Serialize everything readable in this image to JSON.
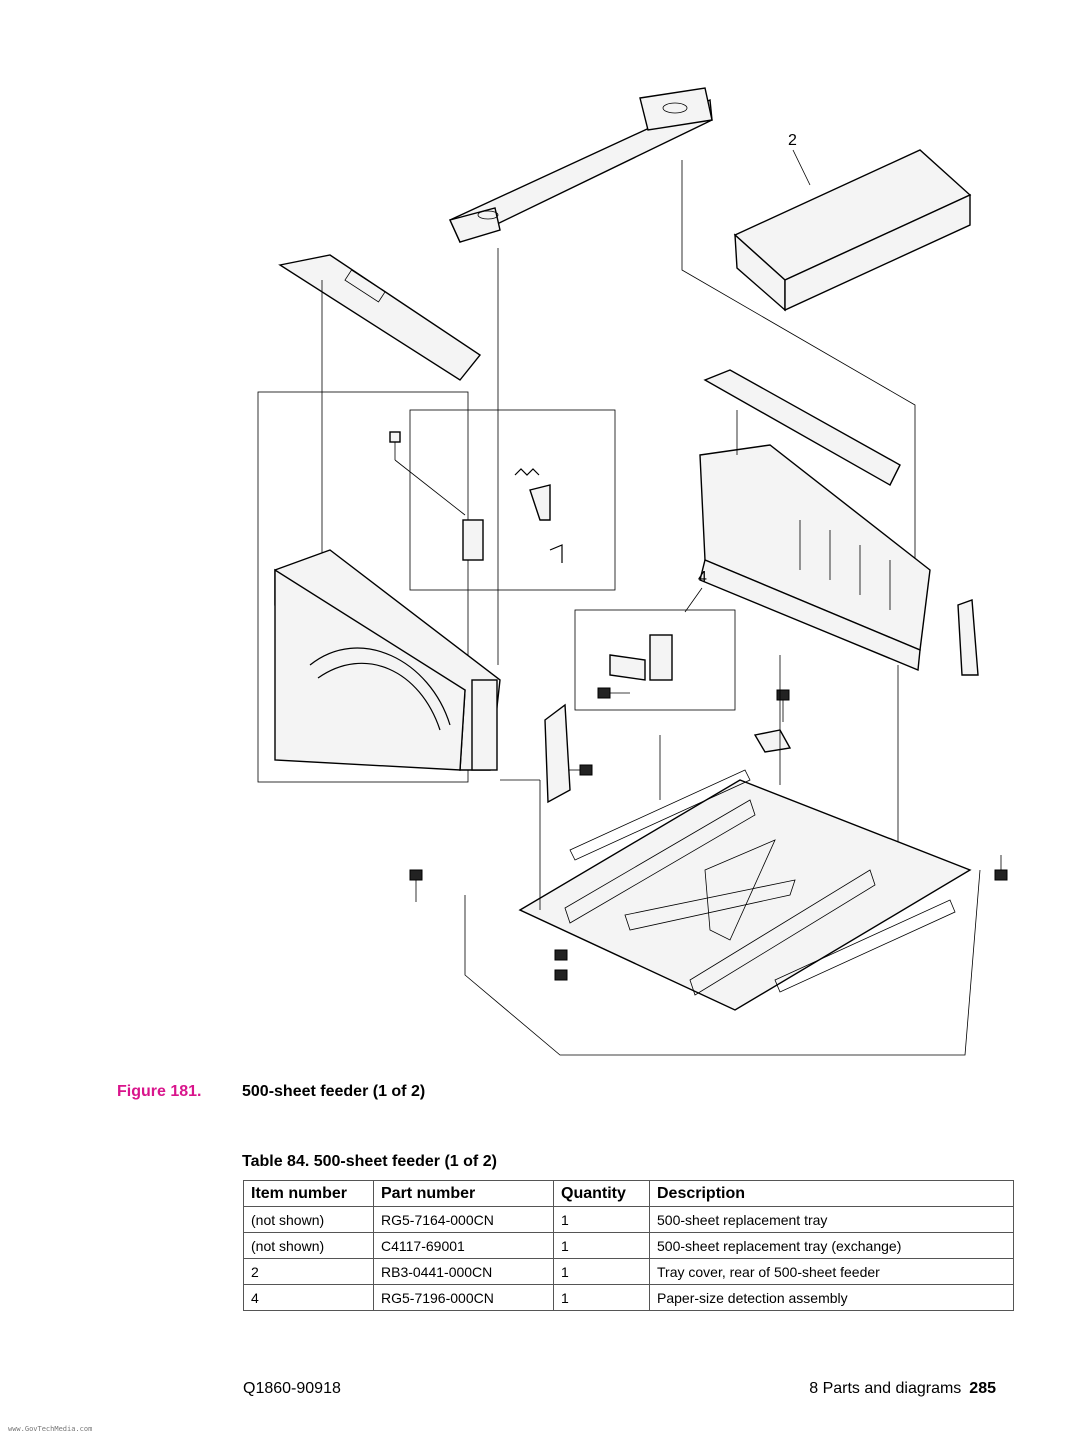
{
  "diagram": {
    "callouts": [
      "2",
      "4"
    ]
  },
  "figure": {
    "label": "Figure 181.",
    "title": "500-sheet feeder (1 of 2)"
  },
  "table": {
    "caption": "Table 84. 500-sheet feeder (1 of 2)",
    "headers": [
      "Item number",
      "Part number",
      "Quantity",
      "Description"
    ],
    "rows": [
      [
        "(not shown)",
        "RG5-7164-000CN",
        "1",
        "500-sheet replacement tray"
      ],
      [
        "(not shown)",
        "C4117-69001",
        "1",
        "500-sheet replacement tray (exchange)"
      ],
      [
        "2",
        "RB3-0441-000CN",
        "1",
        "Tray cover, rear of 500-sheet feeder"
      ],
      [
        "4",
        "RG5-7196-000CN",
        "1",
        "Paper-size detection assembly"
      ]
    ]
  },
  "footer": {
    "doc_number": "Q1860-90918",
    "section": "8 Parts and diagrams",
    "page": "285"
  },
  "watermark": "www.GovTechMedia.com"
}
